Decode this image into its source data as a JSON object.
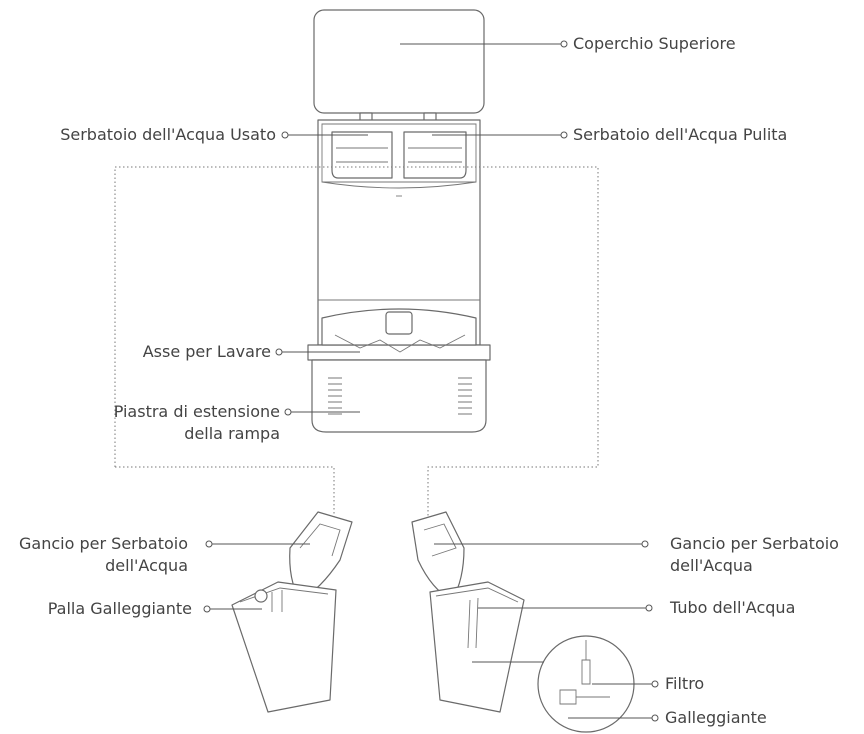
{
  "labels": {
    "top_cover": "Coperchio Superiore",
    "used_water_tank": "Serbatoio dell'Acqua Usato",
    "clean_water_tank": "Serbatoio dell'Acqua Pulita",
    "wash_board": "Asse per Lavare",
    "ramp_line1": "Piastra di estensione",
    "ramp_line2": "della rampa",
    "hook_left_line1": "Gancio per Serbatoio",
    "hook_left_line2": "dell'Acqua",
    "hook_right_line1": "Gancio per Serbatoio",
    "hook_right_line2": "dell'Acqua",
    "float_ball": "Palla Galleggiante",
    "water_tube": "Tubo dell'Acqua",
    "filter": "Filtro",
    "float": "Galleggiante"
  },
  "colors": {
    "line": "#555555",
    "text": "#444444",
    "drawing": "#6a6a6a"
  }
}
